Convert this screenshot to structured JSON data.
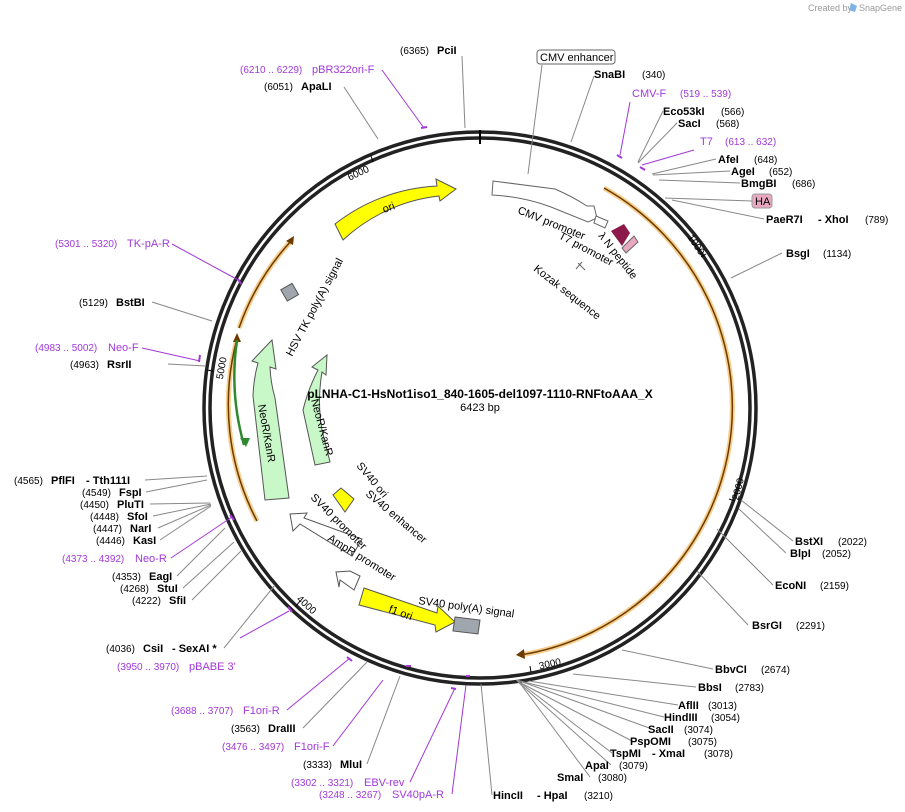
{
  "credit": "Created by",
  "brand": "SnapGene",
  "plasmid_name": "pLNHA-C1-HsNot1iso1_840-1605-del1097-1110-RNFtoAAA_X",
  "size_label": "6423 bp",
  "ruler": [
    "1000",
    "2000",
    "3000",
    "4000",
    "5000",
    "6000"
  ],
  "features": {
    "cmv_enhancer": "CMV enhancer",
    "cmv_promoter": "CMV promoter",
    "t7_promoter": "T7 promoter",
    "lambda_n": "λ N peptide",
    "kozak": "Kozak sequence",
    "ha": "HA",
    "ori": "ori",
    "hsv_tk": "HSV TK poly(A) signal",
    "neo1": "NeoR/KanR",
    "neo2": "NeoR/KanR",
    "sv40_ori": "SV40 ori",
    "sv40_enh": "SV40 enhancer",
    "sv40_prom": "SV40 promoter",
    "ampr_prom": "AmpR promoter",
    "f1_ori": "f1 ori",
    "sv40_polya": "SV40 poly(A) signal"
  },
  "sites": {
    "pcI": {
      "pos": "(6365)",
      "name": "PciI"
    },
    "apaLI": {
      "pos": "(6051)",
      "name": "ApaLI"
    },
    "bstBI": {
      "pos": "(5129)",
      "name": "BstBI"
    },
    "rsrII": {
      "pos": "(4963)",
      "name": "RsrII"
    },
    "pflFI": {
      "pos": "(4565)",
      "name": "PflFI",
      "name2": "- Tth111I"
    },
    "fspI": {
      "pos": "(4549)",
      "name": "FspI"
    },
    "pluTI": {
      "pos": "(4450)",
      "name": "PluTI"
    },
    "sfoI": {
      "pos": "(4448)",
      "name": "SfoI"
    },
    "narI": {
      "pos": "(4447)",
      "name": "NarI"
    },
    "kasI": {
      "pos": "(4446)",
      "name": "KasI"
    },
    "eagI": {
      "pos": "(4353)",
      "name": "EagI"
    },
    "stuI": {
      "pos": "(4268)",
      "name": "StuI"
    },
    "sfiI": {
      "pos": "(4222)",
      "name": "SfiI"
    },
    "csiI": {
      "pos": "(4036)",
      "name": "CsiI",
      "name2": "- SexAI *"
    },
    "draIII": {
      "pos": "(3563)",
      "name": "DraIII"
    },
    "mluI": {
      "pos": "(3333)",
      "name": "MluI"
    },
    "hincII": {
      "name": "HincII",
      "name2": "- HpaI",
      "pos": "(3210)"
    },
    "smaI": {
      "name": "SmaI",
      "pos": "(3080)"
    },
    "apaI": {
      "name": "ApaI",
      "pos": "(3079)"
    },
    "tspMI": {
      "name": "TspMI",
      "name2": "- XmaI",
      "pos": "(3078)"
    },
    "pspOMI": {
      "name": "PspOMI",
      "pos": "(3075)"
    },
    "sacII": {
      "name": "SacII",
      "pos": "(3074)"
    },
    "hindIII": {
      "name": "HindIII",
      "pos": "(3054)"
    },
    "aflII": {
      "name": "AflII",
      "pos": "(3013)"
    },
    "bbsI": {
      "name": "BbsI",
      "pos": "(2783)"
    },
    "bbvCI": {
      "name": "BbvCI",
      "pos": "(2674)"
    },
    "bsrGI": {
      "name": "BsrGI",
      "pos": "(2291)"
    },
    "ecoNI": {
      "name": "EcoNI",
      "pos": "(2159)"
    },
    "blpI": {
      "name": "BlpI",
      "pos": "(2052)"
    },
    "bstXI": {
      "name": "BstXI",
      "pos": "(2022)"
    },
    "bsgI": {
      "name": "BsgI",
      "pos": "(1134)"
    },
    "paeR7I": {
      "name": "PaeR7I",
      "name2": "- XhoI",
      "pos": "(789)"
    },
    "bmgBI": {
      "name": "BmgBI",
      "pos": "(686)"
    },
    "ageI": {
      "name": "AgeI",
      "pos": "(652)"
    },
    "afeI": {
      "name": "AfeI",
      "pos": "(648)"
    },
    "sacI": {
      "name": "SacI",
      "pos": "(568)"
    },
    "eco53kI": {
      "name": "Eco53kI",
      "pos": "(566)"
    },
    "snaBI": {
      "name": "SnaBI",
      "pos": "(340)"
    }
  },
  "primers": {
    "pbr322": {
      "range": "(6210 .. 6229)",
      "name": "pBR322ori-F"
    },
    "tkpa": {
      "range": "(5301 .. 5320)",
      "name": "TK-pA-R"
    },
    "neoF": {
      "range": "(4983 .. 5002)",
      "name": "Neo-F"
    },
    "neoR": {
      "range": "(4373 .. 4392)",
      "name": "Neo-R"
    },
    "pbabe": {
      "range": "(3950 .. 3970)",
      "name": "pBABE 3'"
    },
    "f1R": {
      "range": "(3688 .. 3707)",
      "name": "F1ori-R"
    },
    "f1F": {
      "range": "(3476 .. 3497)",
      "name": "F1ori-F"
    },
    "ebv": {
      "range": "(3302 .. 3321)",
      "name": "EBV-rev"
    },
    "sv40pa": {
      "range": "(3248 .. 3267)",
      "name": "SV40pA-R"
    },
    "cmvF": {
      "name": "CMV-F",
      "range": "(519 .. 539)"
    },
    "t7": {
      "name": "T7",
      "range": "(613 .. 632)"
    }
  },
  "colors": {
    "primer": "#a238d9",
    "ori": "#ffff00",
    "neo": "#c8f7c8",
    "orf": "#f0a62f",
    "polya": "#a0a6ad",
    "lambda": "#8b1a4a",
    "ha": "#e8a9c0"
  }
}
